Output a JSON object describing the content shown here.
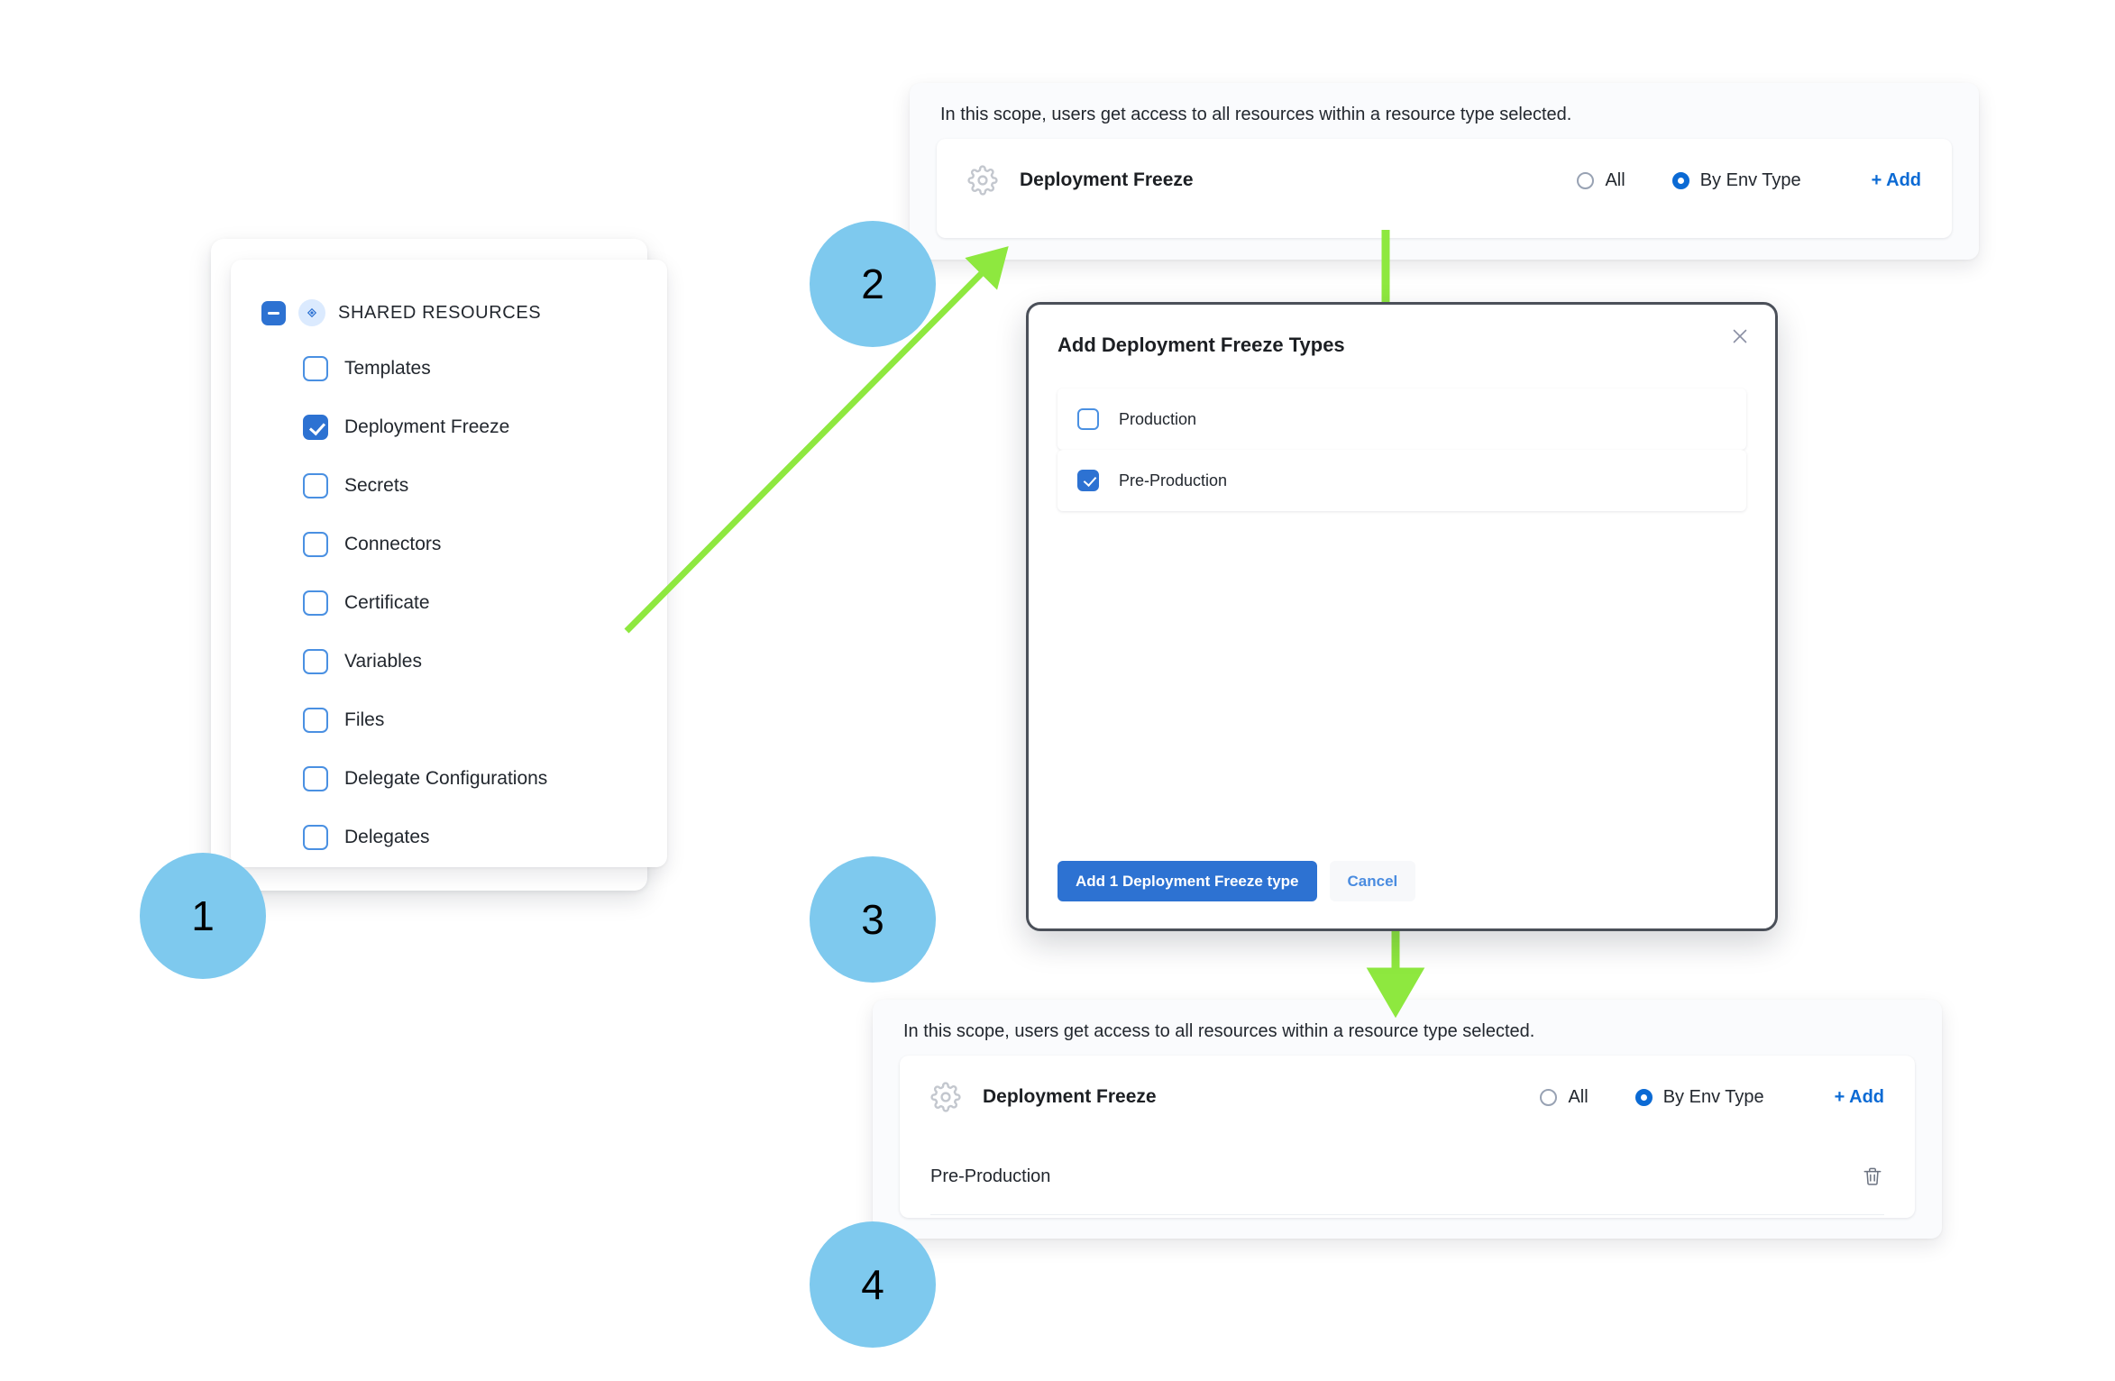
{
  "theme": {
    "accent_blue": "#2d72d2",
    "link_blue": "#0b6ad4",
    "step_circle_blue": "#7ec9ee",
    "arrow_green": "#8ee83f",
    "panel_bg": "#fafbfd"
  },
  "steps": [
    {
      "number": "1"
    },
    {
      "number": "2"
    },
    {
      "number": "3"
    },
    {
      "number": "4"
    }
  ],
  "resource_tree": {
    "header_label": "SHARED RESOURCES",
    "collapse_icon": "minus-icon",
    "group_icon": "shared-resources-icon",
    "items": [
      {
        "label": "Templates",
        "checked": false
      },
      {
        "label": "Deployment Freeze",
        "checked": true
      },
      {
        "label": "Secrets",
        "checked": false
      },
      {
        "label": "Connectors",
        "checked": false
      },
      {
        "label": "Certificate",
        "checked": false
      },
      {
        "label": "Variables",
        "checked": false
      },
      {
        "label": "Files",
        "checked": false
      },
      {
        "label": "Delegate Configurations",
        "checked": false
      },
      {
        "label": "Delegates",
        "checked": false
      }
    ]
  },
  "scope_panel_before": {
    "note": "In this scope, users get access to all resources within a resource type selected.",
    "resource_icon": "gear-icon",
    "resource_title": "Deployment Freeze",
    "options": [
      {
        "label": "All",
        "selected": false
      },
      {
        "label": "By Env Type",
        "selected": true
      }
    ],
    "add_label": "+ Add",
    "chips": []
  },
  "scope_panel_after": {
    "note": "In this scope, users get access to all resources within a resource type selected.",
    "resource_icon": "gear-icon",
    "resource_title": "Deployment Freeze",
    "options": [
      {
        "label": "All",
        "selected": false
      },
      {
        "label": "By Env Type",
        "selected": true
      }
    ],
    "add_label": "+ Add",
    "chips": [
      {
        "label": "Pre-Production",
        "delete_icon": "trash-icon"
      }
    ]
  },
  "modal": {
    "title": "Add Deployment Freeze Types",
    "close_icon": "close-icon",
    "options": [
      {
        "label": "Production",
        "checked": false
      },
      {
        "label": "Pre-Production",
        "checked": true
      }
    ],
    "primary_button": "Add 1 Deployment Freeze type",
    "cancel_button": "Cancel"
  }
}
